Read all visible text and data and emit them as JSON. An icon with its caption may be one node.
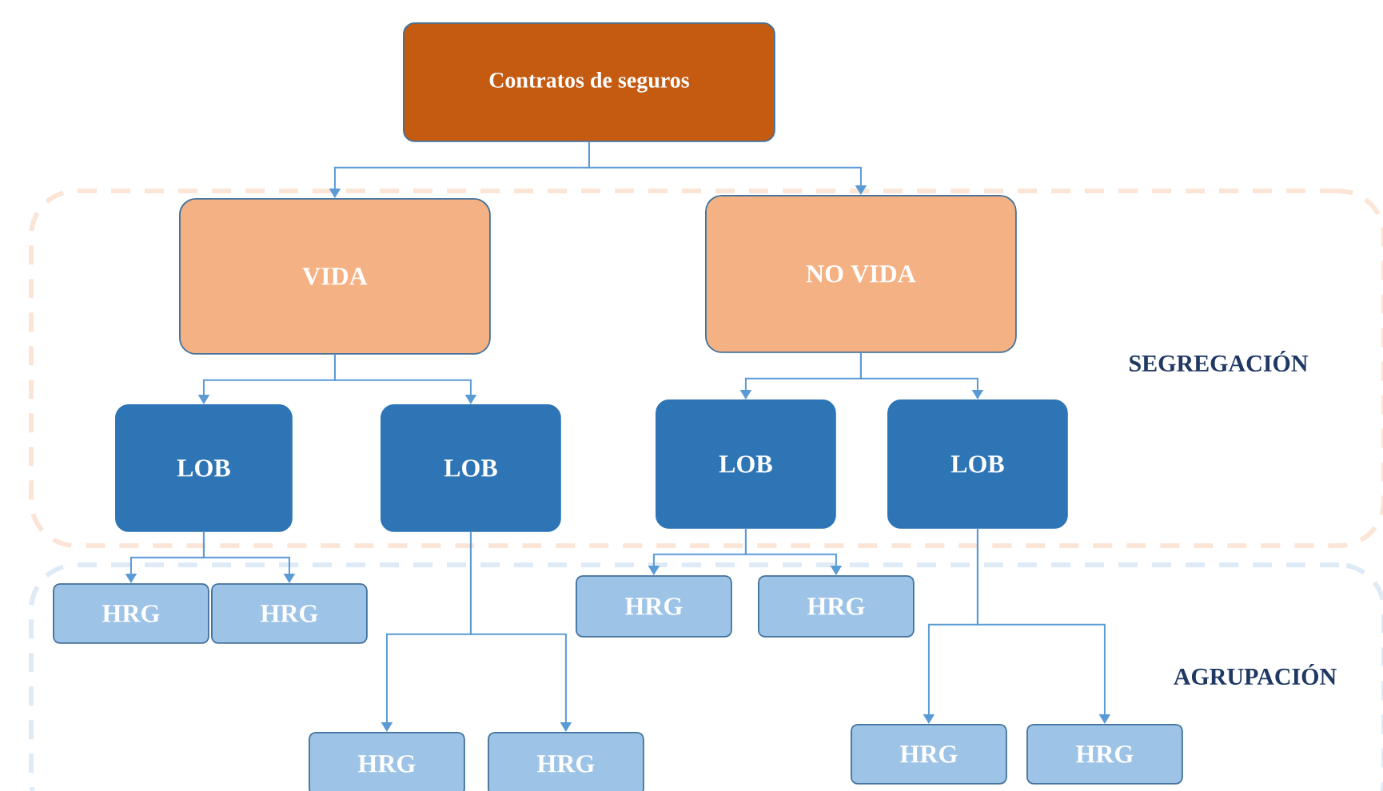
{
  "diagram": {
    "nodes": [
      {
        "text": [
          "Contratos de seguros"
        ]
      },
      {
        "text": [
          "SEGREGACIÓN"
        ]
      },
      {
        "text": [
          "VIDA"
        ],
        "in": 1
      },
      {
        "text": [
          "NO VIDA"
        ],
        "in": 1
      },
      {
        "text": [
          "LOB"
        ],
        "in": 1
      },
      {
        "text": [
          "LOB"
        ],
        "in": 1
      },
      {
        "text": [
          "LOB"
        ],
        "in": 1
      },
      {
        "text": [
          "LOB"
        ],
        "in": 1
      },
      {
        "text": [
          "AGRUPACIÓN"
        ]
      },
      {
        "text": [
          "HRG"
        ],
        "in": 8
      },
      {
        "text": [
          "HRG"
        ],
        "in": 8
      },
      {
        "text": [
          "HRG"
        ],
        "in": 8
      },
      {
        "text": [
          "HRG"
        ],
        "in": 8
      },
      {
        "text": [
          "HRG"
        ],
        "in": 8
      },
      {
        "text": [
          "HRG"
        ],
        "in": 8
      },
      {
        "text": [
          "HRG"
        ],
        "in": 8
      },
      {
        "text": [
          "HRG"
        ],
        "in": 8
      }
    ],
    "edges": [
      {
        "from": 0,
        "to": 2,
        "arrow": "to"
      },
      {
        "from": 0,
        "to": 3,
        "arrow": "to"
      },
      {
        "from": 2,
        "to": 4,
        "arrow": "to"
      },
      {
        "from": 2,
        "to": 5,
        "arrow": "to"
      },
      {
        "from": 3,
        "to": 6,
        "arrow": "to"
      },
      {
        "from": 3,
        "to": 7,
        "arrow": "to"
      },
      {
        "from": 4,
        "to": 9,
        "arrow": "to"
      },
      {
        "from": 4,
        "to": 10,
        "arrow": "to"
      },
      {
        "from": 6,
        "to": 11,
        "arrow": "to"
      },
      {
        "from": 6,
        "to": 12,
        "arrow": "to"
      },
      {
        "from": 5,
        "to": 13,
        "arrow": "to"
      },
      {
        "from": 5,
        "to": 14,
        "arrow": "to"
      },
      {
        "from": 7,
        "to": 15,
        "arrow": "to"
      },
      {
        "from": 7,
        "to": 16,
        "arrow": "to"
      }
    ]
  }
}
